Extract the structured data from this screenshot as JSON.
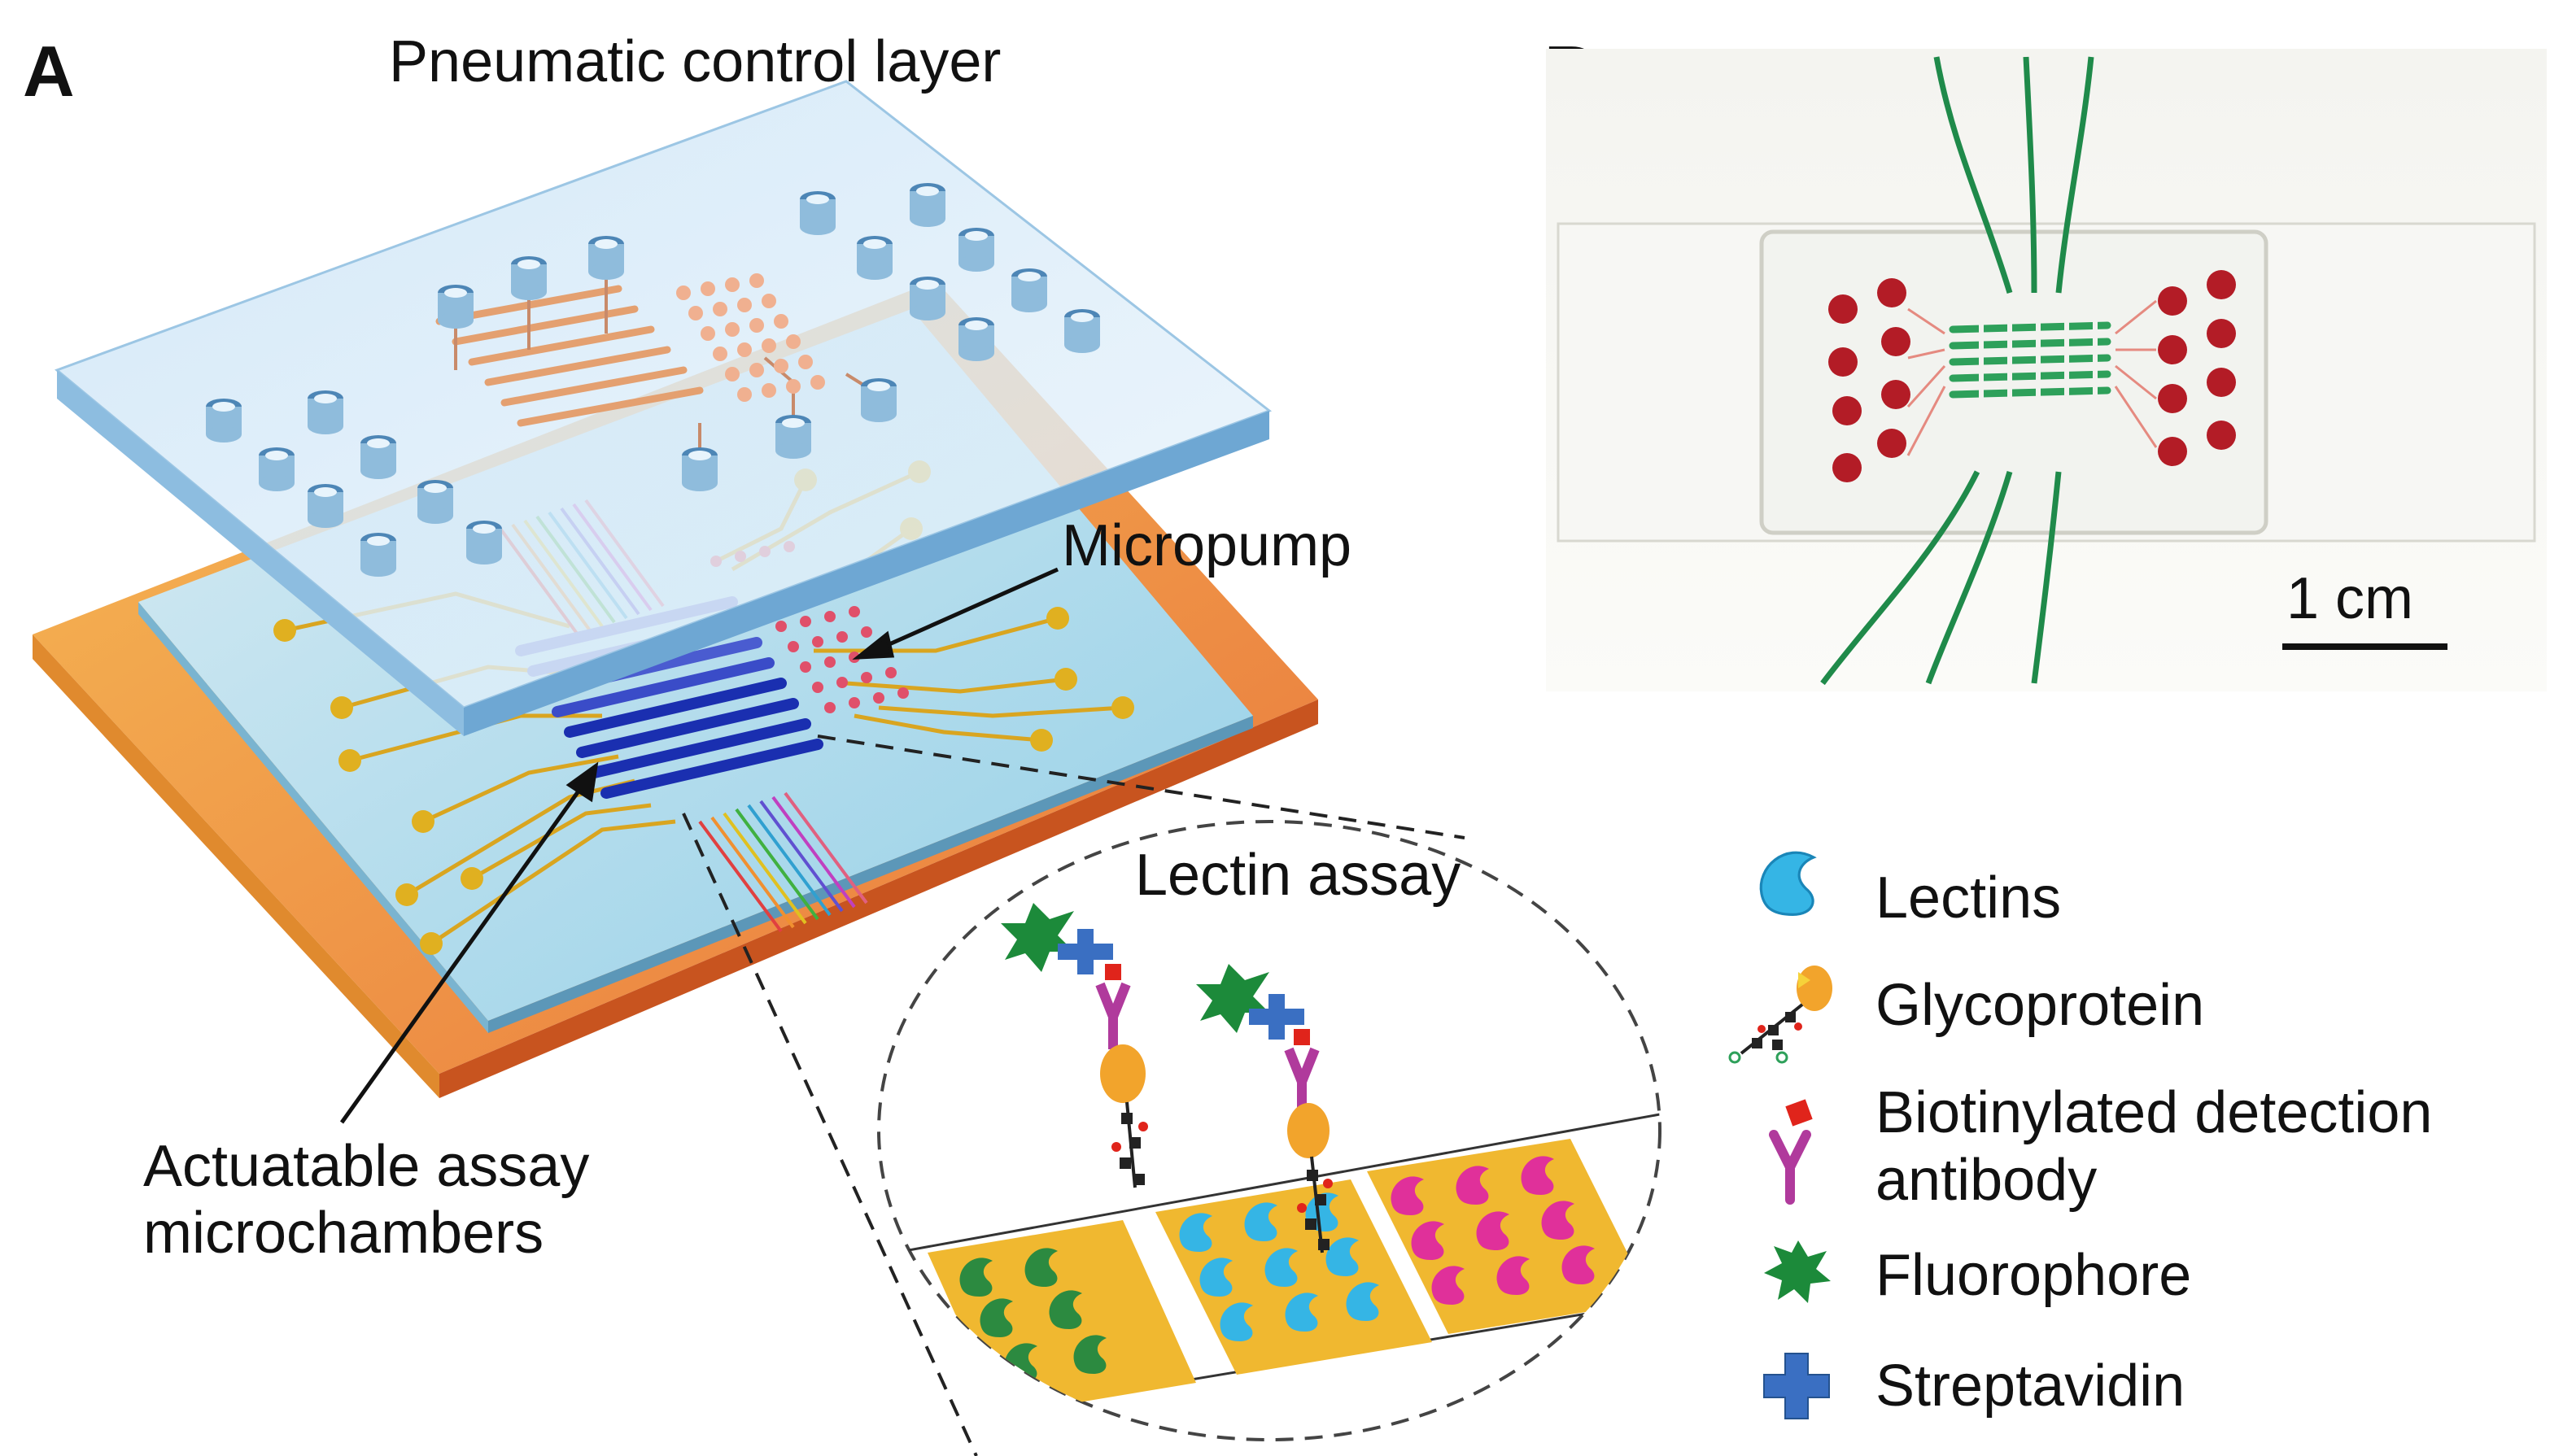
{
  "panels": {
    "a": "A",
    "b": "B"
  },
  "labels": {
    "pneumatic": "Pneumatic control layer",
    "micropump": "Micropump",
    "actuatable_line1": "Actuatable assay",
    "actuatable_line2": "microchambers",
    "lectin_assay": "Lectin assay",
    "scale_bar": "1 cm"
  },
  "legend": [
    {
      "icon": "lectin-icon",
      "line1": "Lectins"
    },
    {
      "icon": "glycoprotein-icon",
      "line1": "Glycoprotein"
    },
    {
      "icon": "antibody-icon",
      "line1": "Biotinylated detection",
      "line2": "antibody"
    },
    {
      "icon": "fluorophore-icon",
      "line1": "Fluorophore"
    },
    {
      "icon": "streptavidin-icon",
      "line1": "Streptavidin"
    }
  ],
  "colors": {
    "control_layer": "#bcdcf3",
    "glass_slide": "#e88a3a",
    "flow_lines": "#d9a520",
    "microchambers": "#1a2fb0",
    "lectin": "#35b5e5",
    "glycoprotein": "#f2a42c",
    "antibody": "#b03a9c",
    "biotin": "#e0241b",
    "fluorophore": "#1c8a3a",
    "streptavidin": "#3a6fc2"
  }
}
